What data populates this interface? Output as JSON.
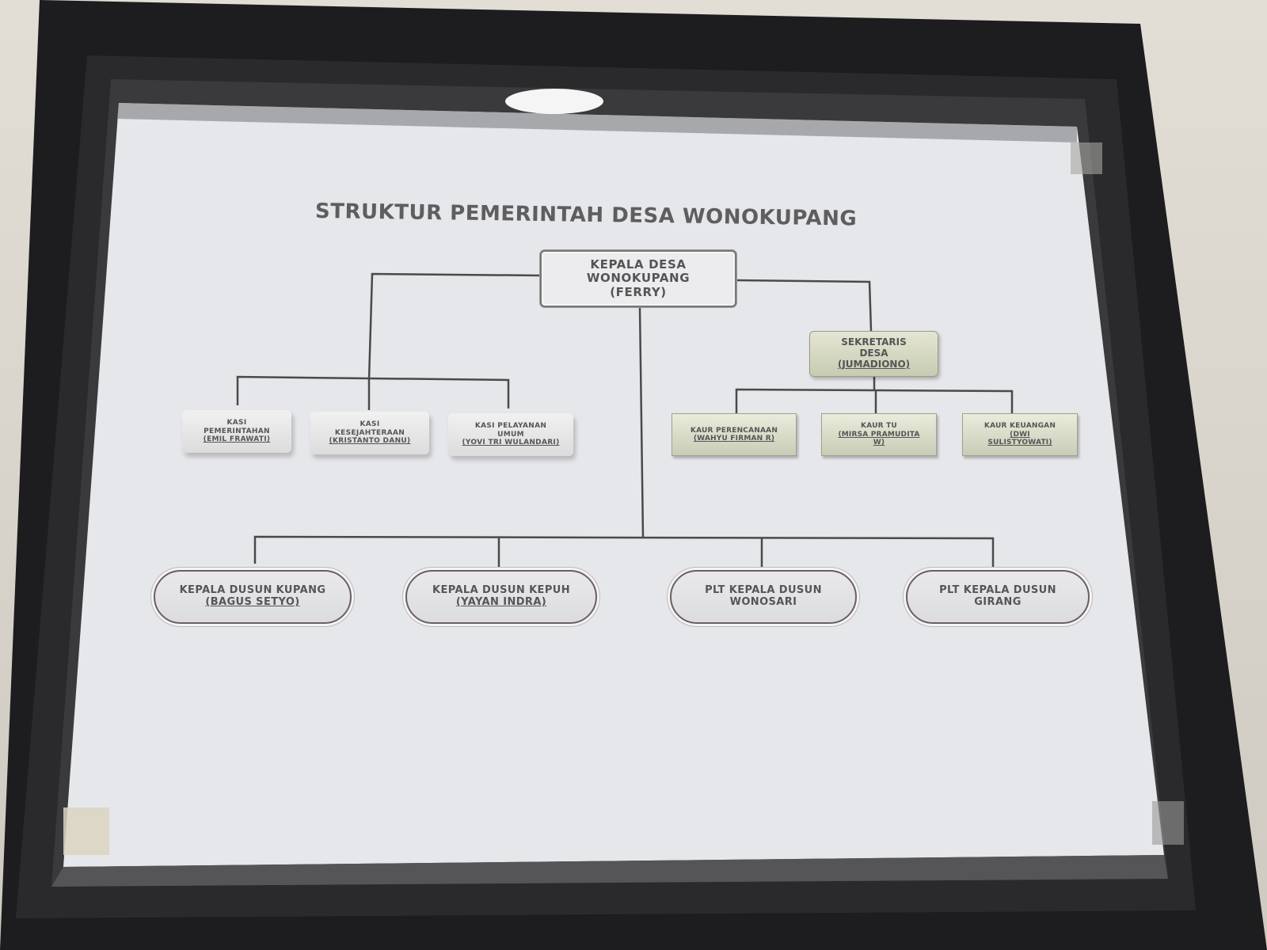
{
  "title": "STRUKTUR PEMERINTAH DESA WONOKUPANG",
  "colors": {
    "frame": "#1c1c1e",
    "paper": "#e6e7ea",
    "line": "#444444",
    "green_box": "#d3d6bf",
    "text": "#555555"
  },
  "head": {
    "line1": "KEPALA DESA",
    "line2": "WONOKUPANG",
    "line3": "(FERRY)"
  },
  "sekretaris": {
    "line1": "SEKRETARIS",
    "line2": "DESA",
    "line3": "(JUMADIONO)"
  },
  "kasi": [
    {
      "line1": "KASI",
      "line2": "PEMERINTAHAN",
      "name": "(EMIL FRAWATI)"
    },
    {
      "line1": "KASI",
      "line2": "KESEJAHTERAAN",
      "name": "(KRISTANTO DANU)"
    },
    {
      "line1": "KASI PELAYANAN",
      "line2": "UMUM",
      "name": "(YOVI TRI WULANDARI)"
    }
  ],
  "kaur": [
    {
      "line1": "KAUR PERENCANAAN",
      "name": "(WAHYU FIRMAN R)",
      "name2": ""
    },
    {
      "line1": "KAUR TU",
      "name": "(MIRSA PRAMUDITA",
      "name2": "W)"
    },
    {
      "line1": "KAUR KEUANGAN",
      "name": "(DWI",
      "name2": "SULISTYOWATI)"
    }
  ],
  "dusun": [
    {
      "line1": "KEPALA DUSUN KUPANG",
      "line2": "(BAGUS SETYO)"
    },
    {
      "line1": "KEPALA DUSUN KEPUH",
      "line2": "(YAYAN INDRA)"
    },
    {
      "line1": "PLT KEPALA DUSUN",
      "line2": "WONOSARI"
    },
    {
      "line1": "PLT KEPALA DUSUN",
      "line2": "GIRANG"
    }
  ]
}
